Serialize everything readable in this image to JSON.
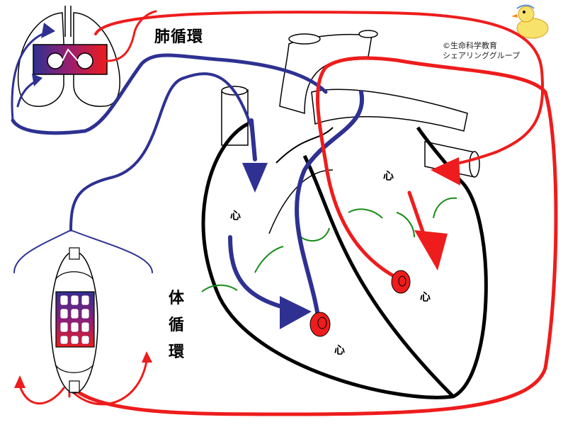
{
  "labels": {
    "pulmonary": "肺循環",
    "systemic": [
      "体",
      "循",
      "環"
    ]
  },
  "chambers": {
    "right_atrium": "心",
    "left_atrium": "心",
    "right_ventricle": "心",
    "left_ventricle": "心"
  },
  "copyright": {
    "line1": "©生命科学教育",
    "line2": "シェアリンググループ"
  },
  "colors": {
    "deoxygenated": "#2e3192",
    "oxygenated": "#ee1c1c",
    "valve": "#1a8c1a",
    "outline": "#000000"
  }
}
